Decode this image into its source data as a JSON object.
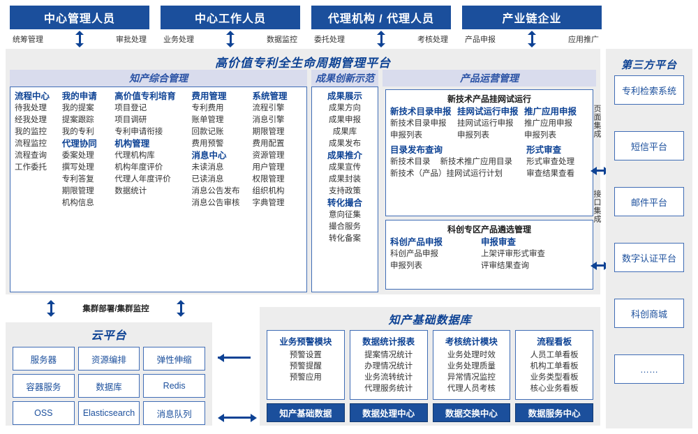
{
  "roles": [
    {
      "title": "中心管理人员",
      "left": "统筹管理",
      "right": "审批处理"
    },
    {
      "title": "中心工作人员",
      "left": "业务处理",
      "right": "数据监控"
    },
    {
      "title": "代理机构 / 代理人员",
      "left": "委托处理",
      "right": "考核处理"
    },
    {
      "title": "产业链企业",
      "left": "产品申报",
      "right": "应用推广"
    }
  ],
  "platform": {
    "title": "高价值专利全生命周期管理平台",
    "sections": {
      "ip_mgmt": {
        "header": "知产综合管理",
        "columns": [
          {
            "groups": [
              {
                "title": "流程中心",
                "items": [
                  "待我处理",
                  "经我处理",
                  "我的监控",
                  "流程监控",
                  "流程查询",
                  "工作委托"
                ]
              }
            ]
          },
          {
            "groups": [
              {
                "title": "我的申请",
                "items": [
                  "我的提案",
                  "提案跟踪",
                  "我的专利"
                ]
              },
              {
                "title": "代理协同",
                "items": [
                  "委案处理",
                  "撰写处理",
                  "专利答复",
                  "期限管理",
                  "机构信息"
                ]
              }
            ]
          },
          {
            "groups": [
              {
                "title": "高价值专利培育",
                "items": [
                  "项目登记",
                  "项目调研",
                  "专利申请衔接"
                ]
              },
              {
                "title": "机构管理",
                "items": [
                  "代理机构库",
                  "机构年度评价",
                  "代理人年度评价",
                  "数据统计"
                ]
              }
            ]
          },
          {
            "groups": [
              {
                "title": "费用管理",
                "items": [
                  "专利费用",
                  "账单管理",
                  "回款记账",
                  "费用预警"
                ]
              },
              {
                "title": "消息中心",
                "items": [
                  "未读消息",
                  "已读消息",
                  "消息公告发布",
                  "消息公告审核"
                ]
              }
            ]
          },
          {
            "groups": [
              {
                "title": "系统管理",
                "items": [
                  "流程引擎",
                  "消息引擎",
                  "期限管理",
                  "费用配置",
                  "资源管理",
                  "用户管理",
                  "权限管理",
                  "组织机构",
                  "字典管理"
                ]
              }
            ]
          }
        ]
      },
      "achievement": {
        "header": "成果创新示范",
        "groups": [
          {
            "title": "成果展示",
            "items": [
              "成果方向",
              "成果申报",
              "成果库",
              "成果发布"
            ]
          },
          {
            "title": "成果推介",
            "items": [
              "成果宣传",
              "成果封装",
              "支持政策"
            ]
          },
          {
            "title": "转化撮合",
            "items": [
              "意向征集",
              "撮合服务",
              "转化备案"
            ]
          }
        ]
      },
      "product_ops": {
        "header": "产品运营管理",
        "box1": {
          "title": "新技术产品挂网试运行",
          "columns": [
            {
              "title": "新技术目录申报",
              "items": [
                "新技术目录申报",
                "申报列表"
              ]
            },
            {
              "title": "挂网试运行申报",
              "items": [
                "挂网试运行申报",
                "申报列表"
              ]
            },
            {
              "title": "推广应用申报",
              "items": [
                "推广应用申报",
                "申报列表"
              ]
            }
          ],
          "row2": {
            "left_title": "目录发布查询",
            "left_items": [
              "新技术目录",
              "新技术推广应用目录",
              "新技术（产品）挂网试运行计划"
            ],
            "right_title": "形式审查",
            "right_items": [
              "形式审查处理",
              "审查结果查看"
            ]
          }
        },
        "box2": {
          "title": "科创专区产品遴选管理",
          "columns": [
            {
              "title": "科创产品申报",
              "items": [
                "科创产品申报",
                "申报列表"
              ]
            },
            {
              "title": "申报审查",
              "items": [
                "上架评审形式审查",
                "评审结果查询"
              ]
            }
          ]
        }
      }
    },
    "integration": {
      "page": "页面集成",
      "api": "接口集成"
    }
  },
  "third_party": {
    "title": "第三方平台",
    "items": [
      "专利检索系统",
      "短信平台",
      "邮件平台",
      "数字认证平台",
      "科创商城",
      "……"
    ]
  },
  "cloud": {
    "cluster_label": "集群部署/集群监控",
    "title": "云平台",
    "cells": [
      "服务器",
      "资源编排",
      "弹性伸缩",
      "容器服务",
      "数据库",
      "Redis",
      "OSS",
      "Elasticsearch",
      "消息队列"
    ]
  },
  "database": {
    "title": "知产基础数据库",
    "cards": [
      {
        "title": "业务预警模块",
        "items": [
          "预警设置",
          "预警提醒",
          "预警应用"
        ]
      },
      {
        "title": "数据统计报表",
        "items": [
          "提案情况统计",
          "办理情况统计",
          "业务流转统计",
          "代理服务统计"
        ]
      },
      {
        "title": "考核统计模块",
        "items": [
          "业务处理时效",
          "业务处理质量",
          "异常情况监控",
          "代理人员考核"
        ]
      },
      {
        "title": "流程看板",
        "items": [
          "人员工单看板",
          "机构工单看板",
          "业务类型看板",
          "核心业务看板"
        ]
      }
    ],
    "chips": [
      "知产基础数据",
      "数据处理中心",
      "数据交换中心",
      "数据服务中心"
    ]
  },
  "colors": {
    "brand_blue": "#1b4f9c",
    "heading_blue": "#0d4294",
    "panel_gray": "#ededed",
    "section_head": "#d9dced",
    "border_blue": "#3f6cb5"
  }
}
